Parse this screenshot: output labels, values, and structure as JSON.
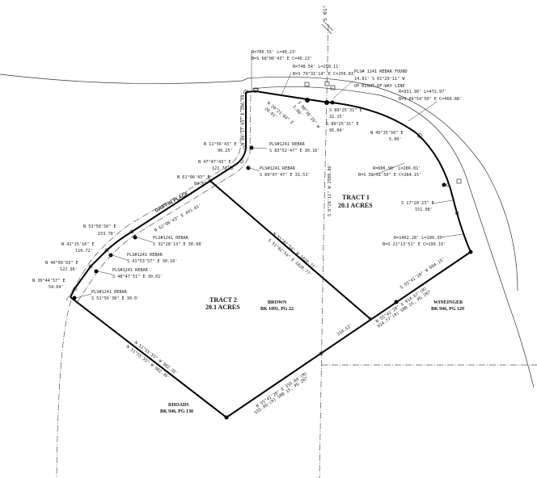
{
  "labels": {
    "curve1_r": "R=766.55' L=40.23'",
    "curve1_b": "B=S 68°06'43\" E C=40.23'",
    "curve2_r": "R=748.54' L=258.11'",
    "curve2_b": "B=S 79°31'14\" E C=256.83'",
    "found_1": "PLS# 1241 REBAR FOUND",
    "found_2": "14.81' S 01°29'11\" W",
    "found_3": "OF RIGHT-OF-WAY LINE",
    "curve3_r": "R=931.90' L=472.97'",
    "curve3_b": "B=S 66°54'50\" E C=460.88'",
    "c_n20": "N 20°21'04\" E",
    "c_n20_d": "20.01'",
    "c_s00": "S 00°38'29\" W",
    "c_s00_d": "5.00'",
    "c_s89a": "S 89°25'31\" E",
    "c_s89a_d": "32.15'",
    "c_s89b": "S 89°25'31\" E",
    "c_s89b_d": "95.04'",
    "c_n45": "N 45°35'50\" E",
    "c_n45_d": "5.00'",
    "west_line": "N 00°17'43\" E  280.59'",
    "reb1_a": "PLS#1241 REBAR",
    "reb1_b": "S 83°52'47\" E 30.16'",
    "c_n11": "N 11°56'43\" E",
    "c_n11_d": "90.25'",
    "c_n47": "N 47°47'43\" E",
    "c_n47_d": "121.72'",
    "reb2_a": "PLS#1241 REBAR",
    "reb2_b": "S 60°07'47\" E 31.53'",
    "c_n61": "N 61°06'43\" E",
    "c_n61_d": "84.67'",
    "griffin": "GRIFFIN PLACE",
    "griffin_line": "N 61°06'43\" E  441.01'",
    "c_n53": "N 53°58'50\" E",
    "c_n53_d": "153.70'",
    "reb3_a": "PLS#1241 REBAR",
    "reb3_b": "S 32°28'13\" E 30.08'",
    "c_n42": "N 42°15'16\" E",
    "c_n42_d": "110.72'",
    "reb4_a": "PLS#1241 REBAR",
    "reb4_b": "S 41°53'57\" E 30.16'",
    "c_n40": "N 40°09'03\" E",
    "c_n40_d": "122.96'",
    "reb5_a": "PLS#1241 REBAR",
    "reb5_b": "S 48°47'51\" E 30.01'",
    "c_n36": "N 36°44'57\" E",
    "c_n36_d": "54.64'",
    "reb6_a": "PLS#1241 REBAR",
    "reb6_b": "S 51°56'38\" E 30.0'",
    "tract1": "TRACT 1",
    "tract1_ac": "20.1 ACRES",
    "center_line": "S 0°29'11\" W  2589.86'",
    "curve4_r": "R=606.90' L=286.81'",
    "curve4_b": "B=S 30°51'50\" E C=284.15'",
    "c_s17": "S 17°20'23\" E",
    "c_s17_d": "151.08'",
    "curve5_r": "R=1462.28' L=199.35'",
    "curve5_b": "B=S 21°13'51\" E C=199.19'",
    "div_n": "N 51°02'54\" W  1028.77'",
    "div_s": "S 51°02'54\" E  1028.77'",
    "tract2": "TRACT 2",
    "tract2_ac": "20.1 ACRES",
    "brown": "BROWN",
    "brown_bk": "BK 1091, PG 22",
    "se_line": "S 55°41'20\" W  604.15'",
    "se_m": "N 55°41'20\" E  914.67'(M)",
    "se_r": "914.77'(R) SRB 15, PG 207",
    "wineinger": "WINEINGER",
    "wineinger_bk": "BK 946, PG 129",
    "seg_310": "310.52'",
    "sw_a": "N 51°55'55\" W  982.35'",
    "sw_b": "N 51°55'55\" W  982.36'",
    "rhoads": "RHOADS",
    "rhoads_bk": "BK 946, PG 130",
    "s_m": "N 55°41'20\" E  555.84'(M)",
    "s_r": "555.90'(R) SRB 15, PG 207",
    "top_axis": "S 01°"
  }
}
